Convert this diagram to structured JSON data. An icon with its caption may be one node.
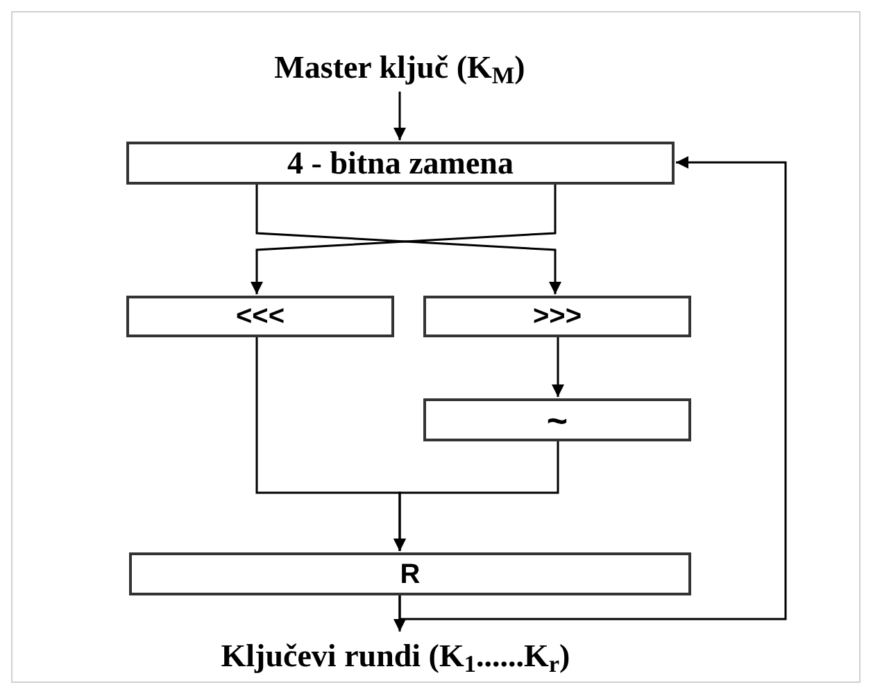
{
  "diagram": {
    "nodes": [
      {
        "text": [
          "Master ključ (K$_{M}$)"
        ]
      },
      {
        "text": [
          "4 - bitna zamena"
        ]
      },
      {
        "text": [
          "<<<"
        ]
      },
      {
        "text": [
          ">>>"
        ]
      },
      {
        "text": [
          "~"
        ]
      },
      {
        "text": [
          "R"
        ]
      },
      {
        "text": [
          "Ključevi rundi (K$_{1}$......K$_{r}$)"
        ]
      }
    ],
    "edges": [
      {
        "from": 0,
        "to": 1,
        "arrow": "to"
      },
      {
        "from": 1,
        "to": 3,
        "arrow": "to"
      },
      {
        "from": 1,
        "to": 2,
        "arrow": "to"
      },
      {
        "from": 3,
        "to": 4,
        "arrow": "to"
      },
      {
        "from": 2,
        "to": 5,
        "arrow": "to"
      },
      {
        "from": 4,
        "to": 5,
        "arrow": "to"
      },
      {
        "from": 5,
        "to": 6,
        "arrow": "to"
      },
      {
        "from": 5,
        "to": 1,
        "arrow": "to"
      }
    ]
  }
}
